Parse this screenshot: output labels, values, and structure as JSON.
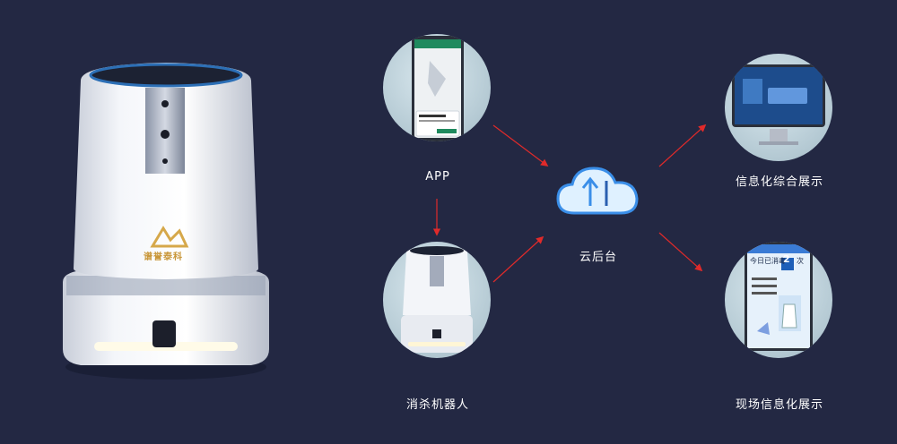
{
  "nodes": {
    "app": "APP",
    "robot": "消杀机器人",
    "cloud": "云后台",
    "info_display": "信息化综合展示",
    "site_display": "现场信息化展示"
  },
  "logo": {
    "text": "谱誉泰科"
  },
  "phone_screen": {
    "title": "APP"
  },
  "kiosk": {
    "headline": "今日已消毒",
    "count": "2",
    "unit": "次"
  },
  "colors": {
    "background": "#232843",
    "arrow": "#e02a2a",
    "cloud_blue": "#3a8ee8",
    "label": "#ffffff"
  }
}
